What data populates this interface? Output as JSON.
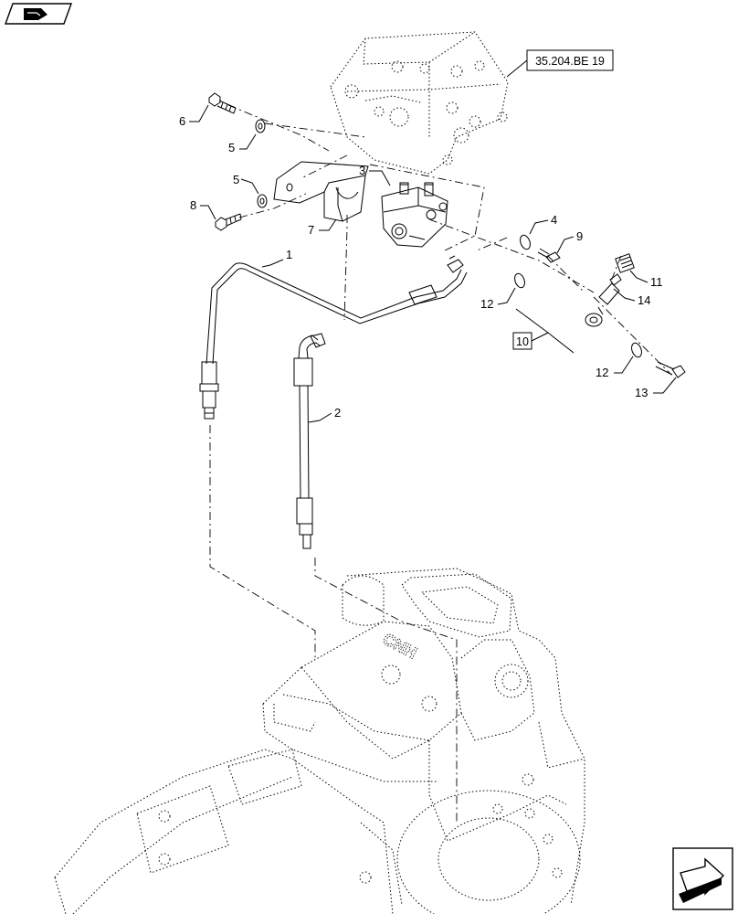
{
  "reference": {
    "label": "35.204.BE 19"
  },
  "group_reference": {
    "label": "10"
  },
  "callouts": {
    "c1": "1",
    "c2": "2",
    "c3": "3",
    "c4": "4",
    "c5a": "5",
    "c5b": "5",
    "c6": "6",
    "c7": "7",
    "c8": "8",
    "c9": "9",
    "c11": "11",
    "c12a": "12",
    "c12b": "12",
    "c13": "13",
    "c14": "14"
  },
  "embossed_logo": "CNH",
  "icons": {
    "top_left": "previous-page-icon",
    "bottom_right": "next-page-icon"
  },
  "colors": {
    "line": "#000000",
    "background": "#ffffff"
  }
}
